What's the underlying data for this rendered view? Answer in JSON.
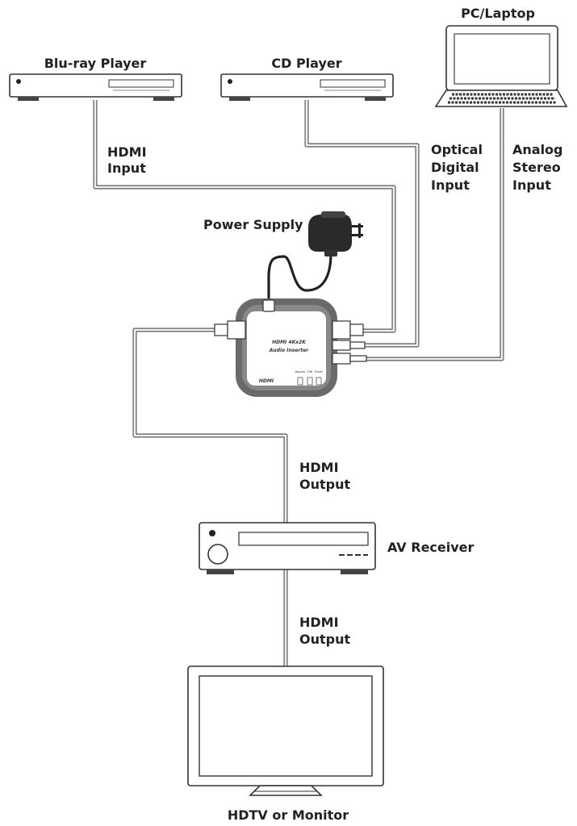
{
  "devices": {
    "pc_laptop": "PC/Laptop",
    "bluray": "Blu-ray Player",
    "cd": "CD Player",
    "power": "Power Supply",
    "av_receiver": "AV Receiver",
    "hdtv": "HDTV or Monitor"
  },
  "connections": {
    "hdmi_input": [
      "HDMI",
      "Input"
    ],
    "optical": [
      "Optical",
      "Digital",
      "Input"
    ],
    "analog": [
      "Analog",
      "Stereo",
      "Input"
    ],
    "hdmi_output_1": [
      "HDMI",
      "Output"
    ],
    "hdmi_output_2": [
      "HDMI",
      "Output"
    ]
  },
  "inserter": {
    "title": [
      "HDMI 4Kx2K",
      "Audio Inserter"
    ],
    "logo": "HDMI",
    "leds": [
      "Bypass",
      "HW",
      "Power"
    ]
  }
}
